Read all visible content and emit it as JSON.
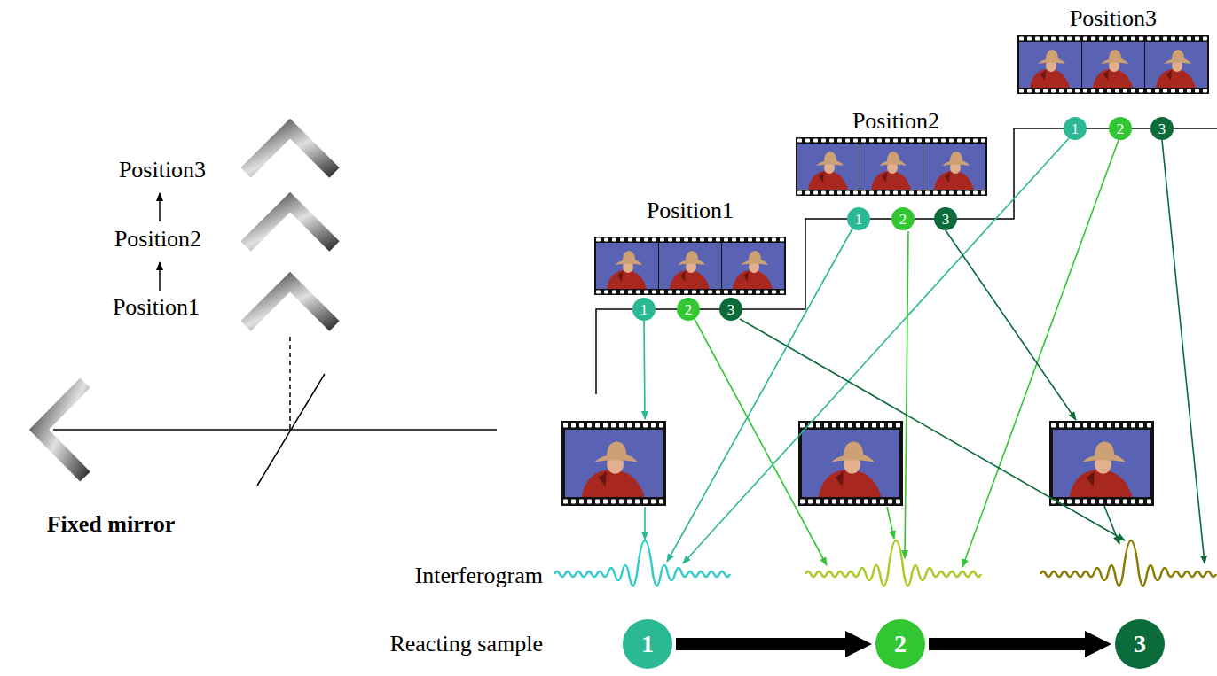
{
  "diagram": {
    "nodes": [
      {
        "text": [
          "1"
        ]
      },
      {
        "text": [
          "2"
        ]
      },
      {
        "text": [
          "3"
        ]
      },
      {
        "text": [
          "1"
        ]
      },
      {
        "text": [
          "2"
        ]
      },
      {
        "text": [
          "3"
        ]
      },
      {
        "text": [
          "1"
        ]
      },
      {
        "text": [
          "2"
        ]
      },
      {
        "text": [
          "3"
        ]
      },
      {
        "text": [
          "1"
        ]
      },
      {
        "text": [
          "2"
        ]
      },
      {
        "text": [
          "3"
        ]
      }
    ],
    "edges": [
      {
        "from": 9,
        "to": 10,
        "arrow": "to"
      },
      {
        "from": 10,
        "to": 11,
        "arrow": "to"
      }
    ],
    "labels": [
      "Position3",
      "Position2",
      "Position1",
      "Fixed mirror",
      "Position1",
      "Position2",
      "Position3",
      "Interferogram",
      "Reacting sample"
    ]
  }
}
